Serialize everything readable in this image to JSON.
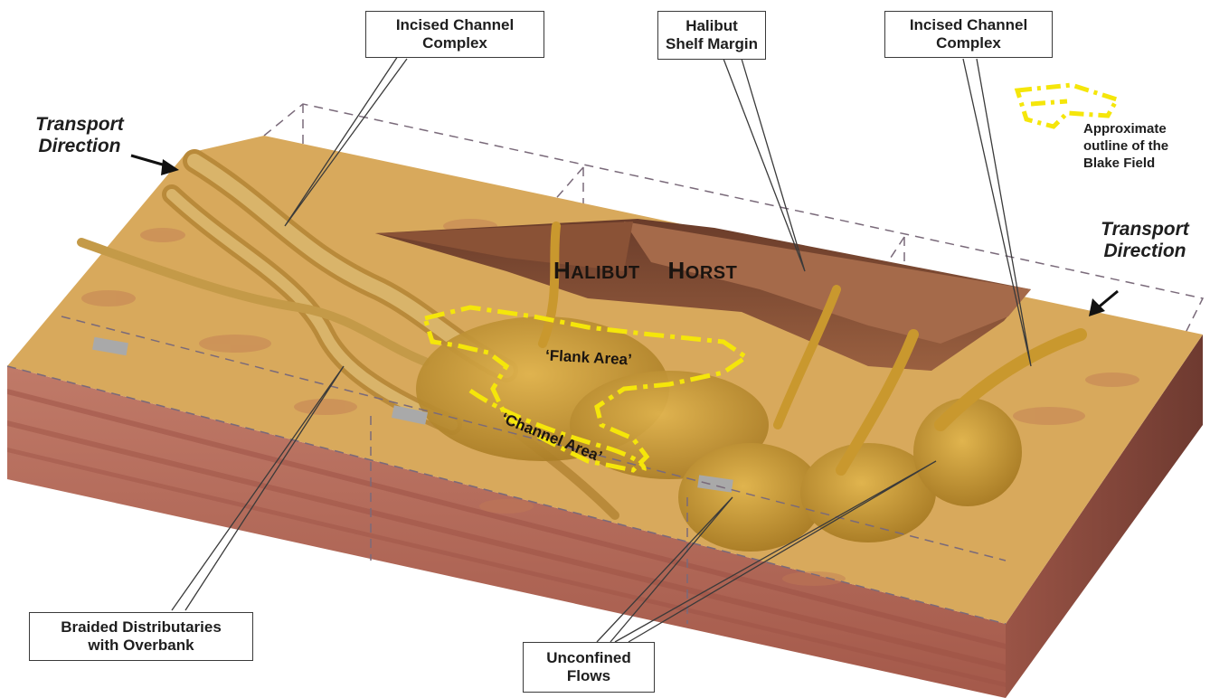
{
  "callouts": {
    "incised_channel_left": [
      "Incised Channel",
      "Complex"
    ],
    "halibut_shelf_margin": [
      "Halibut",
      "Shelf Margin"
    ],
    "incised_channel_right": [
      "Incised Channel",
      "Complex"
    ],
    "braided_distributaries": [
      "Braided Distributaries",
      "with Overbank"
    ],
    "unconfined_flows": [
      "Unconfined",
      "Flows"
    ]
  },
  "transport_left": [
    "Transport",
    "Direction"
  ],
  "transport_right": [
    "Transport",
    "Direction"
  ],
  "horst_label": {
    "word1_initial": "H",
    "word1_rest": "ALIBUT",
    "word2_initial": "H",
    "word2_rest": "ORST"
  },
  "area_labels": {
    "flank": "‘Flank Area’",
    "channel": "‘Channel Area’"
  },
  "legend": {
    "lines": [
      "Approximate",
      "outline of the",
      "Blake Field"
    ],
    "outline_color": "#f5e60a"
  },
  "colors": {
    "sand_surface": "#d8a95c",
    "channel_fill": "#c9982e",
    "horst_top": "#a56a4a",
    "block_side": "#b56a58",
    "block_right": "#8a4a3c",
    "box_outline": "#7a6a7a"
  }
}
